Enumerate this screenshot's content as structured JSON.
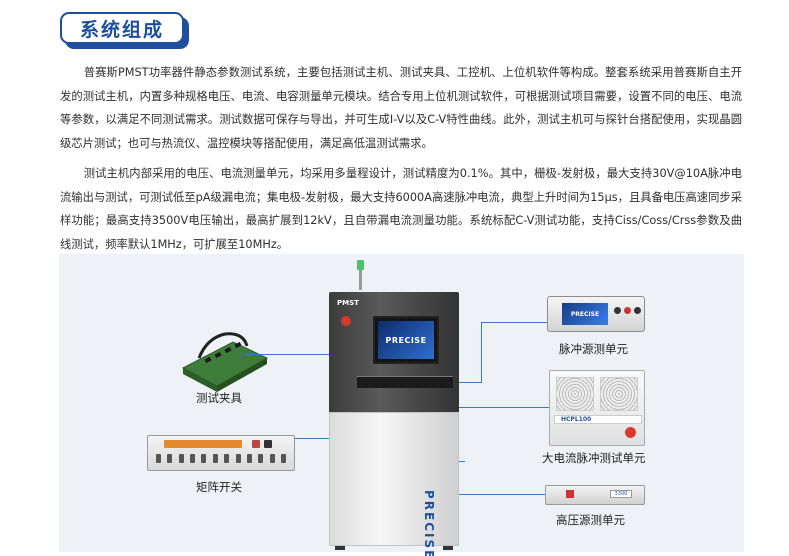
{
  "header": {
    "title": "系统组成"
  },
  "paragraphs": [
    "普赛斯PMST功率器件静态参数测试系统，主要包括测试主机、测试夹具、工控机、上位机软件等构成。整套系统采用普赛斯自主开发的测试主机，内置多种规格电压、电流、电容测量单元模块。结合专用上位机测试软件，可根据测试项目需要，设置不同的电压、电流等参数，以满足不同测试需求。测试数据可保存与导出，并可生成I-V以及C-V特性曲线。此外，测试主机可与探针台搭配使用，实现晶圆级芯片测试；也可与热流仪、温控模块等搭配使用，满足高低温测试需求。",
    "测试主机内部采用的电压、电流测量单元，均采用多量程设计，测试精度为0.1%。其中，栅极-发射极，最大支持30V@10A脉冲电流输出与测试，可测试低至pA级漏电流；集电极-发射极，最大支持6000A高速脉冲电流，典型上升时间为15μs，且具备电压高速同步采样功能；最高支持3500V电压输出，最高扩展到12kV，且自带漏电流测量功能。系统标配C-V测试功能，支持Ciss/Coss/Crss参数及曲线测试，频率默认1MHz，可扩展至10MHz。"
  ],
  "figure": {
    "labels": {
      "fixture": "测试夹具",
      "matrix": "矩阵开关",
      "pulse_source": "脉冲源测单元",
      "high_current": "大电流脉冲测试单元",
      "high_voltage": "高压源测单元"
    },
    "machine": {
      "brand": "PMST",
      "screen_logo": "PRECISE",
      "side_text": "PRECISE"
    },
    "devices": {
      "pulse_screen": "PRECISE",
      "hcpl_plate": "HCPL100",
      "hv_screen": "3300"
    }
  }
}
